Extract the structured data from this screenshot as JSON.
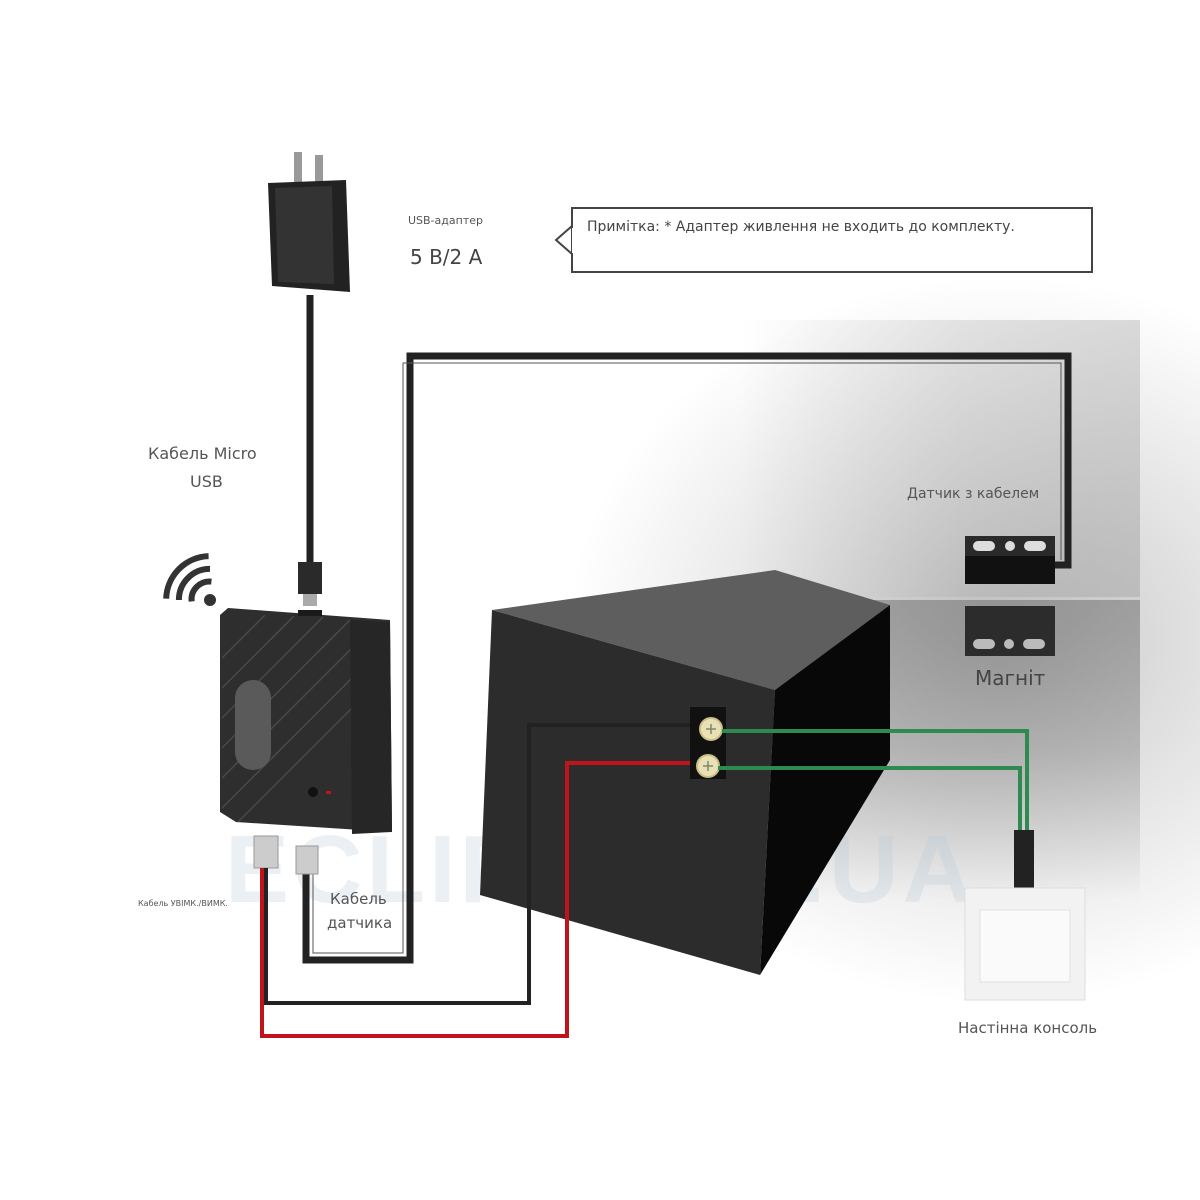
{
  "diagram": {
    "title": "Wiring diagram: smart garage door controller",
    "labels": {
      "usb_adapter": "USB-адаптер",
      "adapter_rating": "5 В/2 А",
      "note": "Примітка: * Адаптер живлення не входить до комплекту.",
      "micro_usb_cable_line1": "Кабель Micro",
      "micro_usb_cable_line2": "USB",
      "on_off_cable": "Кабель УВІМК./ВИМК.",
      "sensor_cable_line1": "Кабель",
      "sensor_cable_line2": "датчика",
      "sensor_with_cable": "Датчик з кабелем",
      "magnet": "Магніт",
      "wall_console": "Настінна консоль"
    },
    "watermark": "ECLIPSE.IN.UA",
    "components": [
      {
        "id": "usb-adapter",
        "name": "USB adapter"
      },
      {
        "id": "controller",
        "name": "Wi‑Fi garage controller"
      },
      {
        "id": "door-opener",
        "name": "Garage door opener"
      },
      {
        "id": "door-sensor",
        "name": "Sensor with cable"
      },
      {
        "id": "magnet",
        "name": "Magnet"
      },
      {
        "id": "wall-switch",
        "name": "Wall console"
      }
    ],
    "wires": [
      {
        "from": "usb-adapter",
        "to": "controller",
        "color": "#222222"
      },
      {
        "from": "controller",
        "to": "door-sensor",
        "color": "#222222"
      },
      {
        "from": "controller",
        "to": "door-opener",
        "color": "#c0141a"
      },
      {
        "from": "controller",
        "to": "door-opener",
        "color": "#222222"
      },
      {
        "from": "door-opener",
        "to": "wall-switch",
        "color": "#2e8a4e"
      }
    ],
    "colors": {
      "red_wire": "#c0141a",
      "black_wire": "#222222",
      "green_wire": "#2e8a4e",
      "device_dark": "#2b2b2b"
    }
  }
}
